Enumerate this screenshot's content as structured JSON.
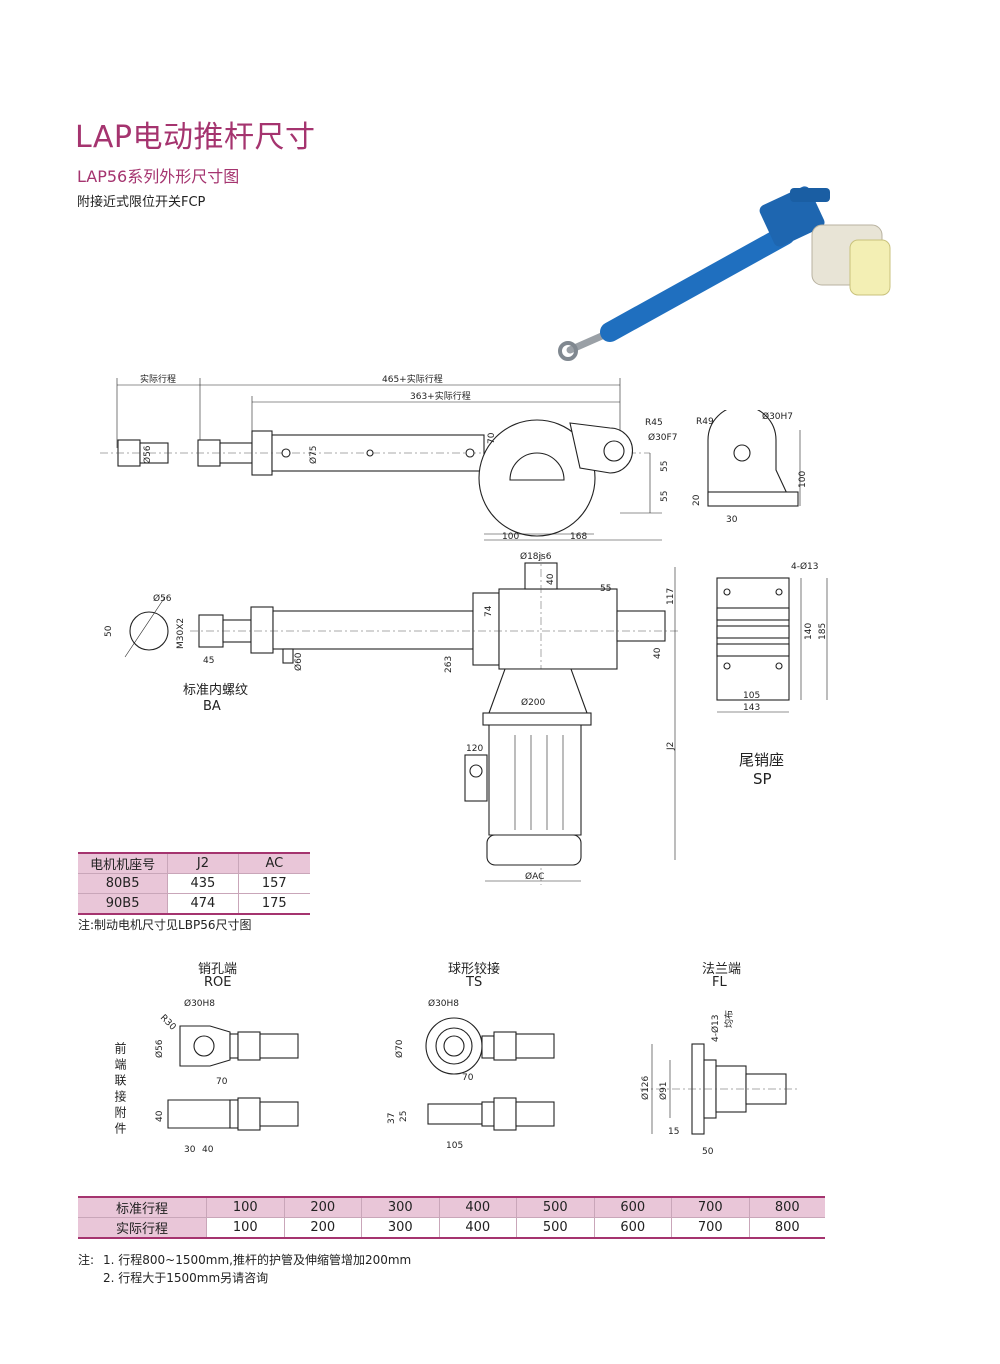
{
  "header": {
    "title": "LAP电动推杆尺寸",
    "subtitle": "LAP56系列外形尺寸图",
    "note": "附接近式限位开关FCP"
  },
  "drawing_top": {
    "dims": {
      "stroke": "实际行程",
      "total": "465+实际行程",
      "inner": "363+实际行程",
      "r45": "R45",
      "d30f7": "Ø30F7",
      "d56": "Ø56",
      "d75": "Ø75",
      "d70": "70",
      "d55a": "55",
      "d55b": "55",
      "d100": "100",
      "d168": "168"
    }
  },
  "drawing_sp_top": {
    "dims": {
      "r49": "R49",
      "d30h7": "Ø30H7",
      "d100": "100",
      "d20": "20",
      "d30": "30"
    }
  },
  "drawing_side": {
    "dims": {
      "d18": "Ø18js6",
      "d40a": "40",
      "d55": "55",
      "d117": "117",
      "d74": "74",
      "d40b": "40",
      "d56": "Ø56",
      "d50": "50",
      "m30": "M30X2",
      "d45": "45",
      "d60": "Ø60",
      "d263": "263",
      "d200": "Ø200",
      "d120": "120",
      "j2": "J2",
      "ac": "ØAC"
    },
    "ba_label_cn": "标准内螺纹",
    "ba_label_en": "BA"
  },
  "drawing_sp": {
    "dims": {
      "holes": "4-Ø13",
      "d140": "140",
      "d185": "185",
      "d105": "105",
      "d143": "143"
    },
    "label_cn": "尾销座",
    "label_en": "SP"
  },
  "motor_table": {
    "headers": [
      "电机机座号",
      "J2",
      "AC"
    ],
    "rows": [
      [
        "80B5",
        "435",
        "157"
      ],
      [
        "90B5",
        "474",
        "175"
      ]
    ],
    "note": "注:制动电机尺寸见LBP56尺寸图"
  },
  "attachments": {
    "side_label": "前端联接附件",
    "roe": {
      "cn": "销孔端",
      "en": "ROE",
      "dims": {
        "d30h8": "Ø30H8",
        "r30": "R30",
        "d56": "Ø56",
        "d70": "70",
        "d40": "40",
        "d30": "30",
        "d40b": "40"
      }
    },
    "ts": {
      "cn": "球形铰接",
      "en": "TS",
      "dims": {
        "d30h8": "Ø30H8",
        "d70": "Ø70",
        "d70b": "70",
        "d37": "37",
        "d25": "25",
        "d105": "105"
      }
    },
    "fl": {
      "cn": "法兰端",
      "en": "FL",
      "dims": {
        "holes": "4-Ø13",
        "even": "均布",
        "d126": "Ø126",
        "d91": "Ø91",
        "d15": "15",
        "d50": "50"
      }
    }
  },
  "stroke_table": {
    "rows": [
      [
        "标准行程",
        "100",
        "200",
        "300",
        "400",
        "500",
        "600",
        "700",
        "800"
      ],
      [
        "实际行程",
        "100",
        "200",
        "300",
        "400",
        "500",
        "600",
        "700",
        "800"
      ]
    ]
  },
  "footnotes": {
    "prefix": "注:",
    "line1": "1. 行程800~1500mm,推杆的护管及伸缩管增加200mm",
    "line2": "2. 行程大于1500mm另请咨询"
  },
  "colors": {
    "accent": "#a5346f",
    "table_fill": "#e9c6d8",
    "product_blue": "#1f6fbf"
  }
}
